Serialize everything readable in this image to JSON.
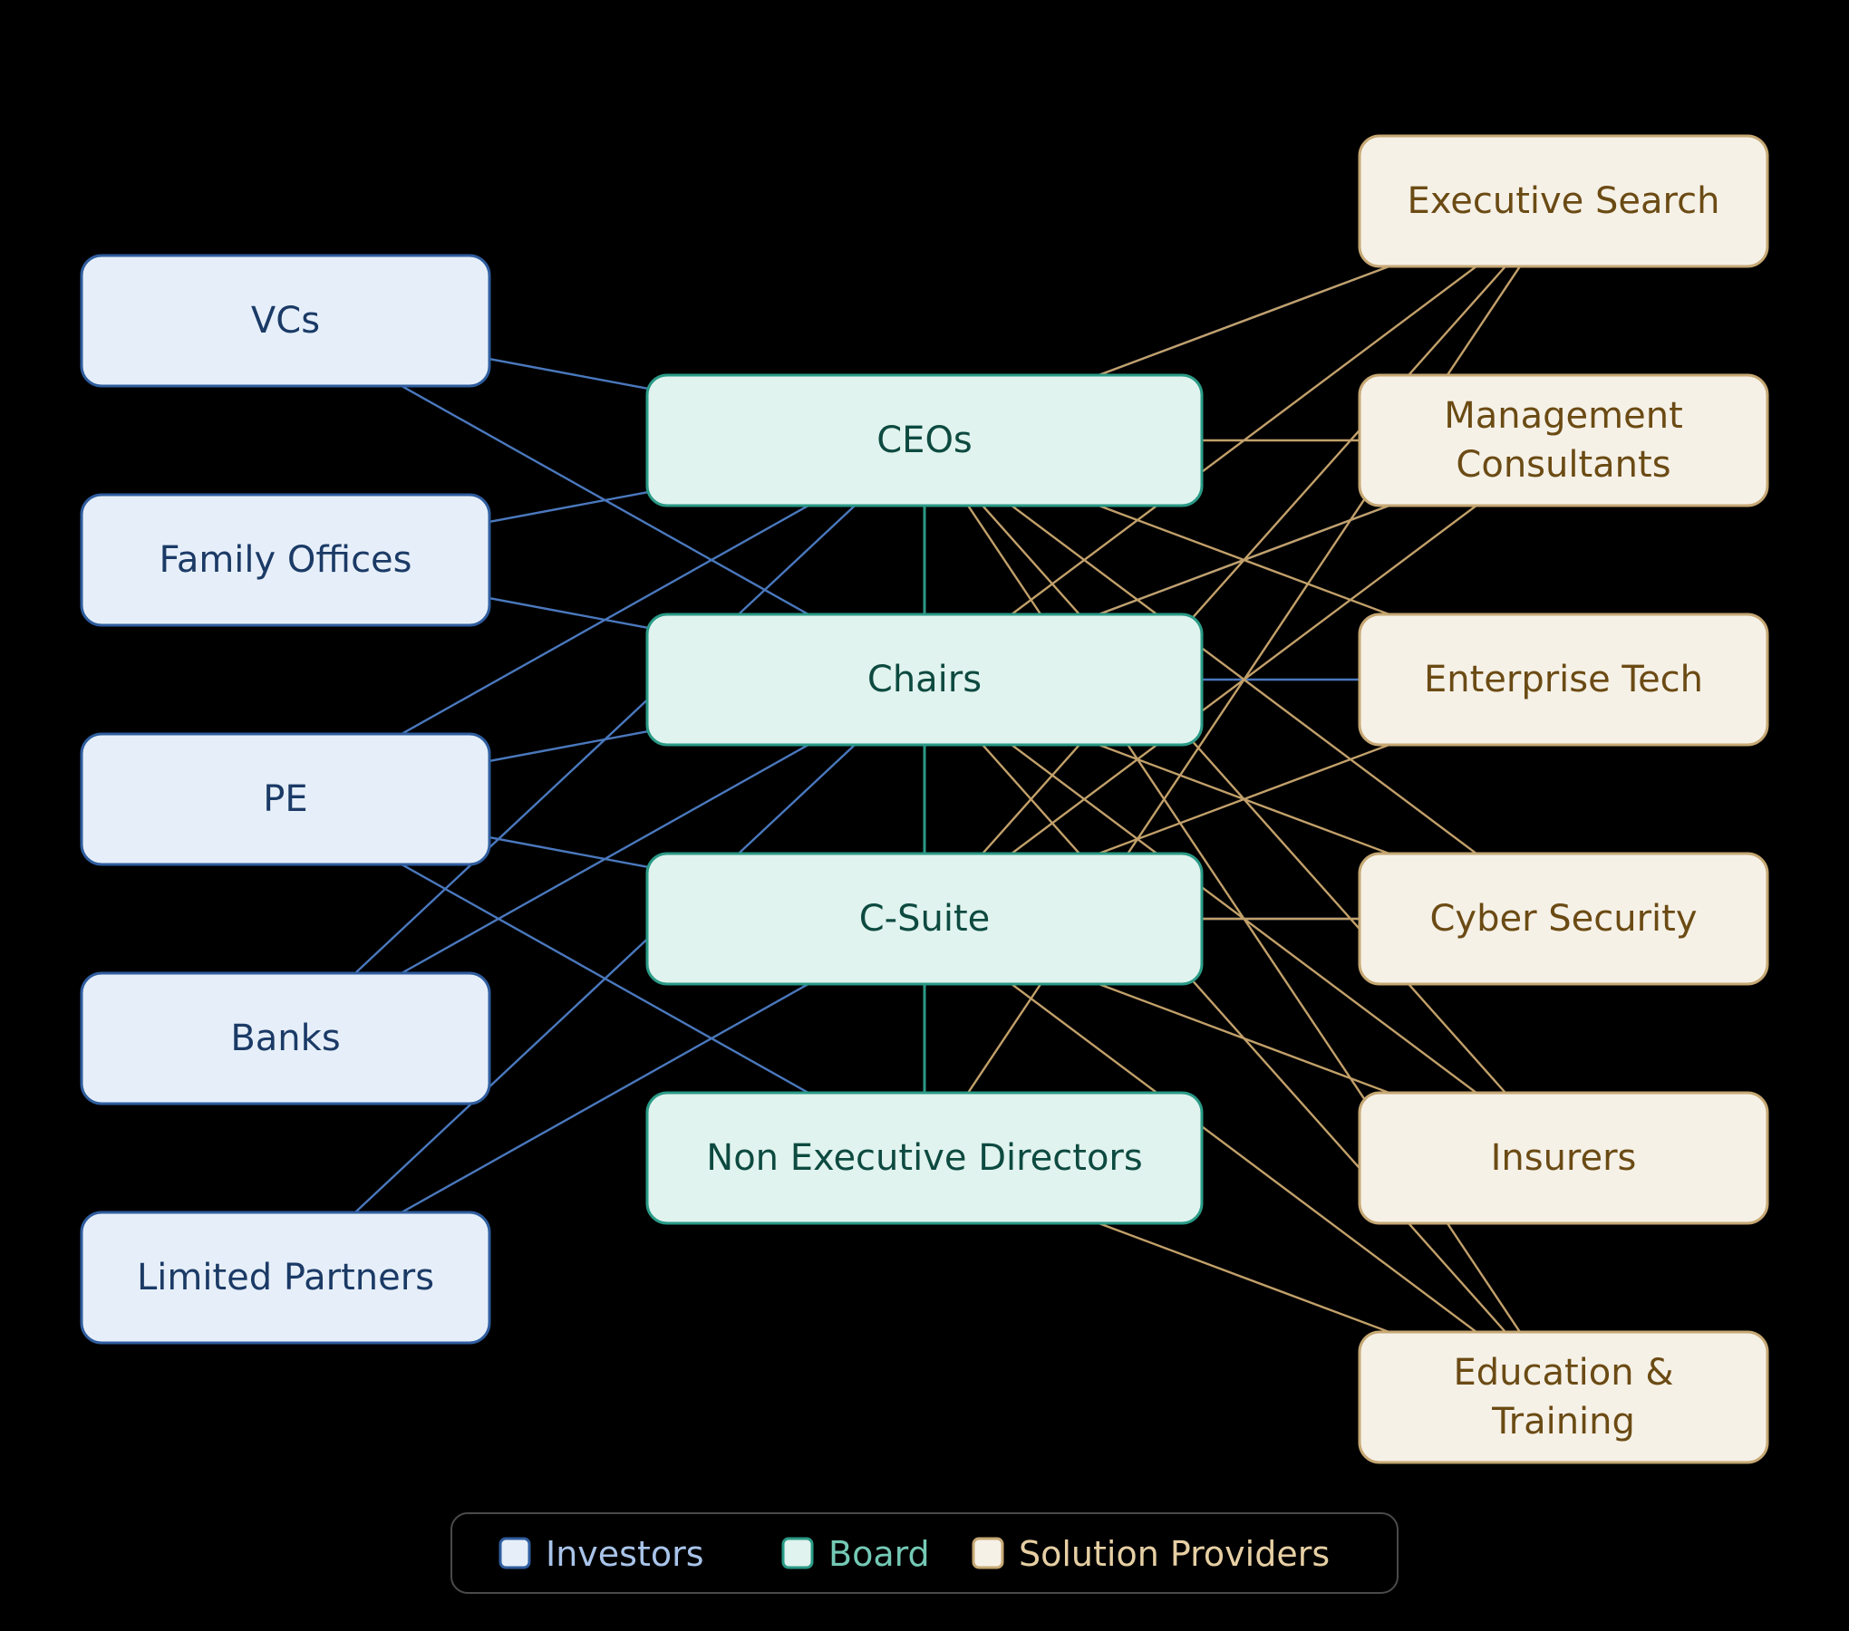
{
  "groups": {
    "investors": {
      "label": "Investors",
      "fill": "#e6eff9",
      "stroke": "#2f5d9e",
      "text": "#1b3a66",
      "edge": "#4a78bd",
      "legend_text": "#a9c4ea"
    },
    "board": {
      "label": "Board",
      "fill": "#e0f3ee",
      "stroke": "#2a9a86",
      "text": "#0d4a40",
      "edge": "#2a9a86",
      "legend_text": "#74c9b5"
    },
    "providers": {
      "label": "Solution Providers",
      "fill": "#f6f1e7",
      "stroke": "#c6a874",
      "text": "#6b4b14",
      "edge": "#c2a06a",
      "legend_text": "#e6cfa3"
    }
  },
  "nodes": [
    {
      "id": "vcs",
      "group": "investors",
      "lines": [
        "VCs"
      ]
    },
    {
      "id": "family",
      "group": "investors",
      "lines": [
        "Family Offices"
      ]
    },
    {
      "id": "pe",
      "group": "investors",
      "lines": [
        "PE"
      ]
    },
    {
      "id": "banks",
      "group": "investors",
      "lines": [
        "Banks"
      ]
    },
    {
      "id": "lp",
      "group": "investors",
      "lines": [
        "Limited Partners"
      ]
    },
    {
      "id": "ceos",
      "group": "board",
      "lines": [
        "CEOs"
      ]
    },
    {
      "id": "chairs",
      "group": "board",
      "lines": [
        "Chairs"
      ]
    },
    {
      "id": "csuite",
      "group": "board",
      "lines": [
        "C-Suite"
      ]
    },
    {
      "id": "ned",
      "group": "board",
      "lines": [
        "Non Executive Directors"
      ]
    },
    {
      "id": "exec",
      "group": "providers",
      "lines": [
        "Executive Search"
      ]
    },
    {
      "id": "mgmt",
      "group": "providers",
      "lines": [
        "Management",
        "Consultants"
      ]
    },
    {
      "id": "ent",
      "group": "providers",
      "lines": [
        "Enterprise Tech"
      ]
    },
    {
      "id": "cyber",
      "group": "providers",
      "lines": [
        "Cyber Security"
      ]
    },
    {
      "id": "ins",
      "group": "providers",
      "lines": [
        "Insurers"
      ]
    },
    {
      "id": "edu",
      "group": "providers",
      "lines": [
        "Education &",
        "Training"
      ]
    }
  ],
  "edges": [
    {
      "from": "vcs",
      "to": "ceos",
      "kind": "investors"
    },
    {
      "from": "vcs",
      "to": "chairs",
      "kind": "investors"
    },
    {
      "from": "family",
      "to": "ceos",
      "kind": "investors"
    },
    {
      "from": "family",
      "to": "chairs",
      "kind": "investors"
    },
    {
      "from": "pe",
      "to": "ceos",
      "kind": "investors"
    },
    {
      "from": "pe",
      "to": "chairs",
      "kind": "investors"
    },
    {
      "from": "pe",
      "to": "csuite",
      "kind": "investors"
    },
    {
      "from": "pe",
      "to": "ned",
      "kind": "investors"
    },
    {
      "from": "banks",
      "to": "ceos",
      "kind": "investors"
    },
    {
      "from": "banks",
      "to": "chairs",
      "kind": "investors"
    },
    {
      "from": "lp",
      "to": "chairs",
      "kind": "investors"
    },
    {
      "from": "lp",
      "to": "csuite",
      "kind": "investors"
    },
    {
      "from": "ceos",
      "to": "chairs",
      "kind": "board"
    },
    {
      "from": "chairs",
      "to": "csuite",
      "kind": "board"
    },
    {
      "from": "csuite",
      "to": "ned",
      "kind": "board"
    },
    {
      "from": "exec",
      "to": "ceos",
      "kind": "investors"
    },
    {
      "from": "mgmt",
      "to": "chairs",
      "kind": "investors"
    },
    {
      "from": "ent",
      "to": "chairs",
      "kind": "investors"
    },
    {
      "from": "cyber",
      "to": "csuite",
      "kind": "investors"
    },
    {
      "from": "exec",
      "to": "ceos",
      "kind": "providers"
    },
    {
      "from": "exec",
      "to": "chairs",
      "kind": "providers"
    },
    {
      "from": "exec",
      "to": "csuite",
      "kind": "providers"
    },
    {
      "from": "exec",
      "to": "ned",
      "kind": "providers"
    },
    {
      "from": "mgmt",
      "to": "ceos",
      "kind": "providers"
    },
    {
      "from": "mgmt",
      "to": "chairs",
      "kind": "providers"
    },
    {
      "from": "mgmt",
      "to": "csuite",
      "kind": "providers"
    },
    {
      "from": "ent",
      "to": "ceos",
      "kind": "providers"
    },
    {
      "from": "ent",
      "to": "csuite",
      "kind": "providers"
    },
    {
      "from": "cyber",
      "to": "ceos",
      "kind": "providers"
    },
    {
      "from": "cyber",
      "to": "chairs",
      "kind": "providers"
    },
    {
      "from": "cyber",
      "to": "csuite",
      "kind": "providers"
    },
    {
      "from": "ins",
      "to": "ceos",
      "kind": "providers"
    },
    {
      "from": "ins",
      "to": "chairs",
      "kind": "providers"
    },
    {
      "from": "ins",
      "to": "csuite",
      "kind": "providers"
    },
    {
      "from": "edu",
      "to": "ceos",
      "kind": "providers"
    },
    {
      "from": "edu",
      "to": "chairs",
      "kind": "providers"
    },
    {
      "from": "edu",
      "to": "csuite",
      "kind": "providers"
    },
    {
      "from": "edu",
      "to": "ned",
      "kind": "providers"
    }
  ],
  "legend": {
    "items": [
      "investors",
      "board",
      "providers"
    ]
  }
}
